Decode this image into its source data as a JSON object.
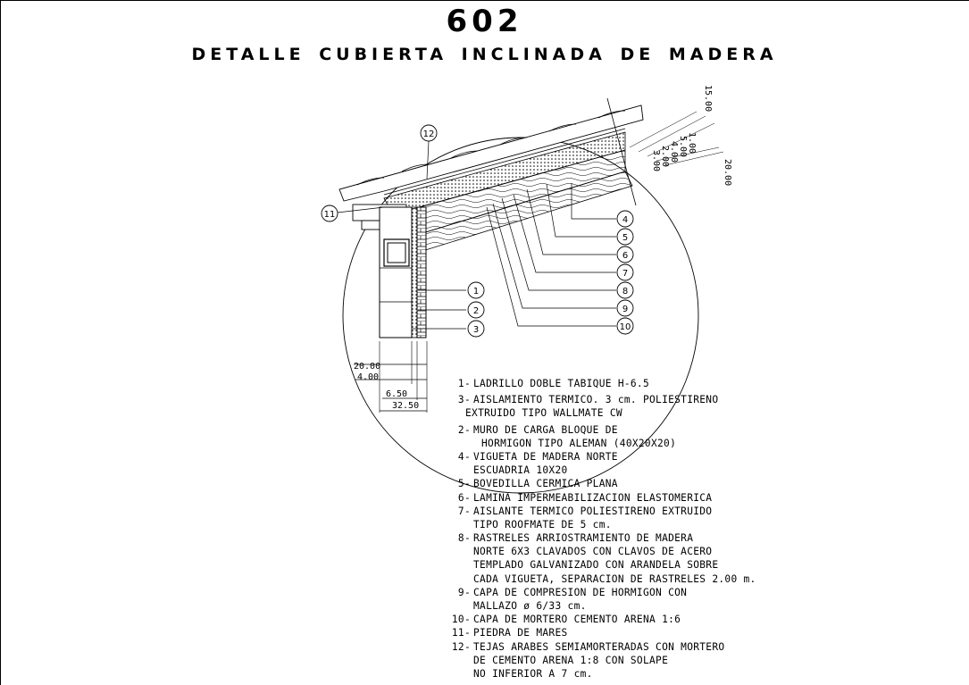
{
  "drawing": {
    "number": "602",
    "title": "DETALLE CUBIERTA INCLINADA DE MADERA"
  },
  "tags": [
    "1",
    "2",
    "3",
    "4",
    "5",
    "6",
    "7",
    "8",
    "9",
    "10",
    "11",
    "12"
  ],
  "dimensions": {
    "left_group": [
      "20.00",
      "4.00",
      "6.50",
      "32.50"
    ],
    "roof_group": [
      "15.00",
      "1.00",
      "5.00",
      "4.00",
      "2.00",
      "3.00",
      "20.00"
    ]
  },
  "legend": [
    {
      "n": "1-",
      "lines": [
        "LADRILLO DOBLE TABIQUE H-6.5"
      ]
    },
    {
      "n": "3-",
      "lines": [
        "AISLAMIENTO TERMICO. 3 cm. POLIESTIRENO",
        "EXTRUIDO TIPO WALLMATE CW"
      ]
    },
    {
      "n": "2-",
      "lines": [
        "MURO DE CARGA BLOQUE DE",
        "HORMIGON TIPO ALEMAN (40X20X20)"
      ]
    },
    {
      "n": "4-",
      "lines": [
        "VIGUETA DE MADERA NORTE",
        "ESCUADRIA 10X20"
      ]
    },
    {
      "n": "5-",
      "lines": [
        "BOVEDILLA CERMICA PLANA"
      ]
    },
    {
      "n": "6-",
      "lines": [
        "LAMINA IMPERMEABILIZACION ELASTOMERICA"
      ]
    },
    {
      "n": "7-",
      "lines": [
        "AISLANTE TERMICO POLIESTIRENO EXTRUIDO",
        "TIPO ROOFMATE DE 5 cm."
      ]
    },
    {
      "n": "8-",
      "lines": [
        "RASTRELES ARRIOSTRAMIENTO DE MADERA",
        "NORTE 6X3 CLAVADOS CON CLAVOS DE ACERO",
        "TEMPLADO GALVANIZADO CON ARANDELA SOBRE",
        "CADA VIGUETA, SEPARACION DE RASTRELES 2.00 m."
      ]
    },
    {
      "n": "9-",
      "lines": [
        "CAPA DE COMPRESION DE HORMIGON CON",
        "MALLAZO ø 6/33 cm."
      ]
    },
    {
      "n": "10-",
      "lines": [
        "CAPA DE MORTERO CEMENTO ARENA 1:6"
      ]
    },
    {
      "n": "11-",
      "lines": [
        "PIEDRA DE MARES"
      ]
    },
    {
      "n": "12-",
      "lines": [
        "TEJAS ARABES SEMIAMORTERADAS CON MORTERO",
        "DE CEMENTO ARENA 1:8 CON SOLAPE",
        "NO INFERIOR A 7 cm."
      ]
    }
  ]
}
